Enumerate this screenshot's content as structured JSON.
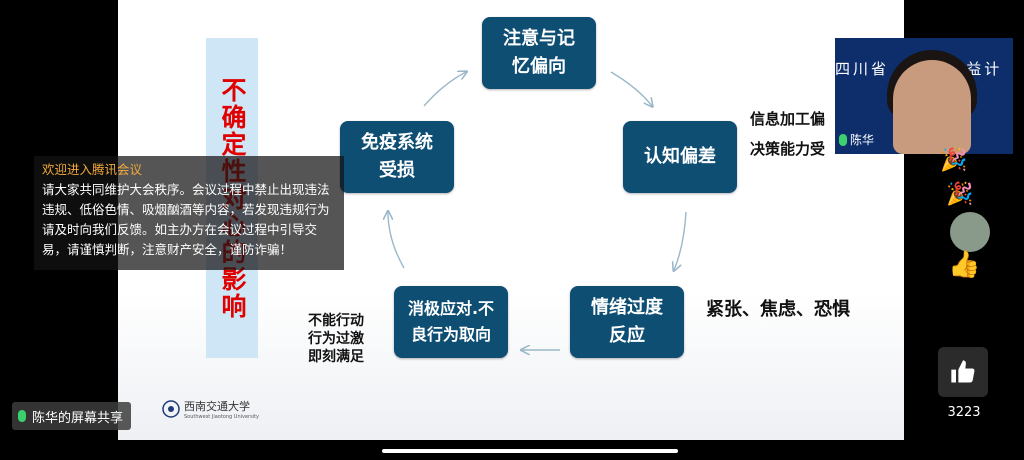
{
  "slide": {
    "vertical_title": "不确定性对心的影响",
    "nodes": [
      {
        "id": "attention",
        "label": "注意与记\n忆偏向"
      },
      {
        "id": "cognition",
        "label": "认知偏差"
      },
      {
        "id": "emotion",
        "label": "情绪过度\n反应"
      },
      {
        "id": "coping",
        "label": "消极应对.不\n良行为取向"
      },
      {
        "id": "immune",
        "label": "免疫系统\n受损"
      }
    ],
    "side_notes": {
      "cognition": "信息加工偏\n决策能力受",
      "emotion": "紧张、焦虑、恐惧",
      "coping": "不能行动\n行为过激\n即刻满足"
    },
    "logo_text": "西南交通大学",
    "logo_sub": "Southwest Jiaotong University"
  },
  "chat_notice": {
    "title": "欢迎进入腾讯会议",
    "body": "请大家共同维护大会秩序。会议过程中禁止出现违法违规、低俗色情、吸烟酗酒等内容，若发现违规行为请及时向我们反馈。如主办方在会议过程中引导交易，请谨慎判断，注意财产安全，谨防诈骗！"
  },
  "webcam": {
    "banner": "四川省 十周 建 益计",
    "name": "陈华",
    "bg_color": "#0d2d6b"
  },
  "share": {
    "label": "陈华的屏幕共享"
  },
  "like": {
    "count": "3223",
    "icon": "thumbs-up-icon"
  },
  "colors": {
    "node": "#0e4e73",
    "title_red": "#e00000",
    "title_bg": "#cfe6f7"
  }
}
